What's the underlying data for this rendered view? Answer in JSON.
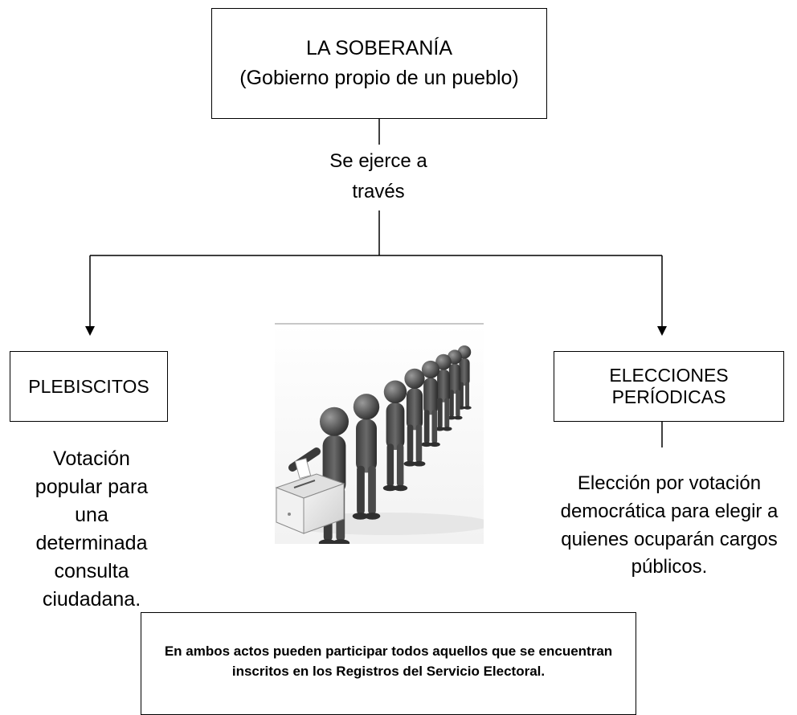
{
  "diagram": {
    "root": {
      "title": "LA SOBERANÍA",
      "subtitle": "(Gobierno propio de un pueblo)"
    },
    "connector_label": {
      "line1": "Se ejerce a",
      "line2": "través"
    },
    "left_branch": {
      "title": "PLEBISCITOS",
      "description_lines": [
        "Votación",
        "popular para",
        "una",
        "determinada",
        "consulta",
        "ciudadana."
      ]
    },
    "right_branch": {
      "title": "ELECCIONES PERÍODICAS",
      "description_lines": [
        "Elección por votación",
        "democrática para elegir a",
        "quienes ocuparán cargos",
        "públicos."
      ]
    },
    "footer": {
      "line1": "En ambos actos pueden participar todos aquellos que se encuentran",
      "line2": "inscritos en los Registros del Servicio Electoral."
    }
  }
}
